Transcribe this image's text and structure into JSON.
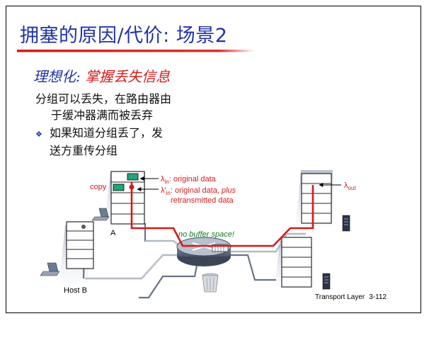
{
  "slide": {
    "title": "拥塞的原因/代价: 场景2",
    "subtitle_blue": "理想化:",
    "subtitle_red": "掌握丢失信息",
    "body_lines": [
      "分组可以丢失，在路由器由",
      "于缓冲器满而被丢弃"
    ],
    "bullet_lines": [
      "如果知道分组丢了，发",
      "送方重传分组"
    ],
    "footer_label": "Transport Layer",
    "footer_page": "3-112"
  },
  "diagram": {
    "lambda_in_symbol": "λ",
    "lambda_in_sub": "in",
    "lambda_in_desc": ": original data",
    "lambda_prime_symbol": "λ'",
    "lambda_prime_sub": "in",
    "lambda_prime_desc": ": original data, ",
    "lambda_prime_plus": "plus",
    "lambda_prime_desc2": "retransmitted data",
    "lambda_out_symbol": "λ",
    "lambda_out_sub": "out",
    "copy_label": "copy",
    "host_a_label": "A",
    "host_b_label": "Host B",
    "no_buffer_label": "no buffer space!"
  },
  "colors": {
    "title_blue": "#2233a6",
    "accent_red": "#d61a1a",
    "buffer_green": "#1fa67a",
    "no_buffer_green": "#117a1f"
  }
}
